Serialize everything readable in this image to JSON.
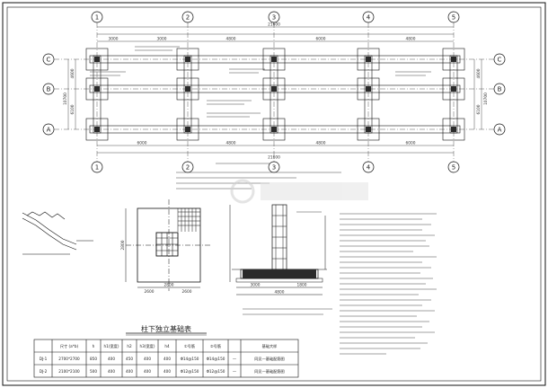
{
  "plan": {
    "col_axes": [
      "1",
      "2",
      "3",
      "4",
      "5"
    ],
    "row_axes": [
      "C",
      "B",
      "A"
    ],
    "top_total": "21600",
    "top_spans": [
      "3000",
      "3000",
      "4800",
      "6000",
      "4800"
    ],
    "bottom_total": "21600",
    "bottom_spans": [
      "6000",
      "4800",
      "4800",
      "6000"
    ],
    "left_total": "10700",
    "left_spans": [
      "4600",
      "6100"
    ],
    "right_total": "10700",
    "right_spans": [
      "4600",
      "6100"
    ]
  },
  "detail": {
    "dims": [
      "2800",
      "2600",
      "2600"
    ],
    "section_dims": [
      "3000",
      "1800",
      "4800"
    ]
  },
  "table": {
    "title": "柱下独立基础表",
    "headers": [
      "",
      "尺寸 (a*b)",
      "h",
      "h1(宽度)",
      "h2",
      "h3(宽度)",
      "h4",
      "①号筋",
      "②号筋",
      "",
      "基础大样"
    ],
    "rows": [
      [
        "DJ-1",
        "2700*2700",
        "850",
        "400",
        "450",
        "400",
        "400",
        "Φ14@150",
        "Φ14@150",
        "—",
        "同见—基础配筋图"
      ],
      [
        "DJ-2",
        "2100*2100",
        "500",
        "400",
        "400",
        "400",
        "400",
        "Φ12@150",
        "Φ12@150",
        "—",
        "同见—基础配筋图"
      ]
    ]
  },
  "colors": {
    "line": "#1a1a1a",
    "fill": "#2b2b2b",
    "watermark": "#cfcfcf"
  }
}
